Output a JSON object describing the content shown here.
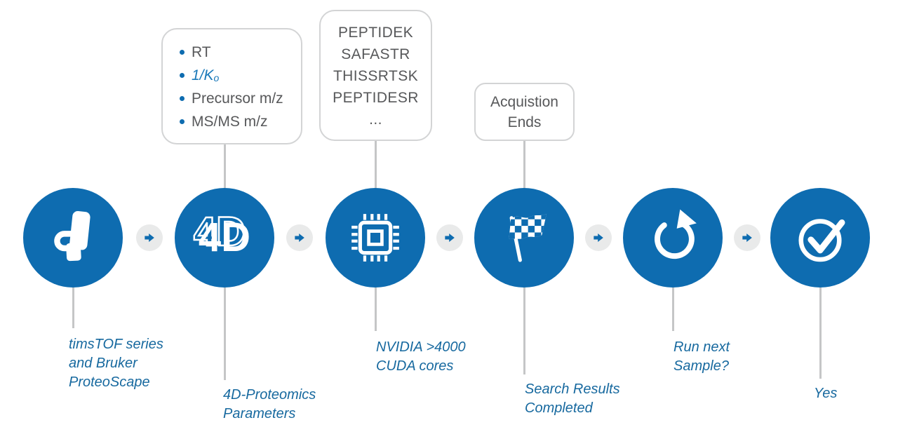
{
  "colors": {
    "brand_blue": "#0e6cb0",
    "caption_blue": "#17699f",
    "connector_gray": "#c5c6c7",
    "callout_border": "#d3d4d5",
    "callout_text": "#57585a",
    "arrow_chip_bg": "#e9eaea"
  },
  "callouts": {
    "parameters": {
      "items": [
        {
          "text": "RT"
        },
        {
          "text": "1/K",
          "sub": "o"
        },
        {
          "text": "Precursor m/z"
        },
        {
          "text": "MS/MS m/z"
        }
      ]
    },
    "peptides": {
      "lines": "PEPTIDEK\nSAFASTR\nTHISSRTSK\nPEPTIDESR\n..."
    },
    "acquisition": {
      "text": "Acquistion\nEnds"
    }
  },
  "steps": [
    {
      "icon": "mass-spec-instrument-icon",
      "caption": "timsTOF series\nand Bruker\nProteoScape"
    },
    {
      "icon": "fourd-icon",
      "icon_text": "4D",
      "caption": "4D-Proteomics\nParameters"
    },
    {
      "icon": "gpu-chip-icon",
      "caption": "NVIDIA >4000\nCUDA cores"
    },
    {
      "icon": "checkered-flag-icon",
      "caption": "Search Results\nCompleted"
    },
    {
      "icon": "restart-arrow-icon",
      "caption": "Run next\nSample?"
    },
    {
      "icon": "check-circle-icon",
      "caption": "Yes"
    }
  ]
}
